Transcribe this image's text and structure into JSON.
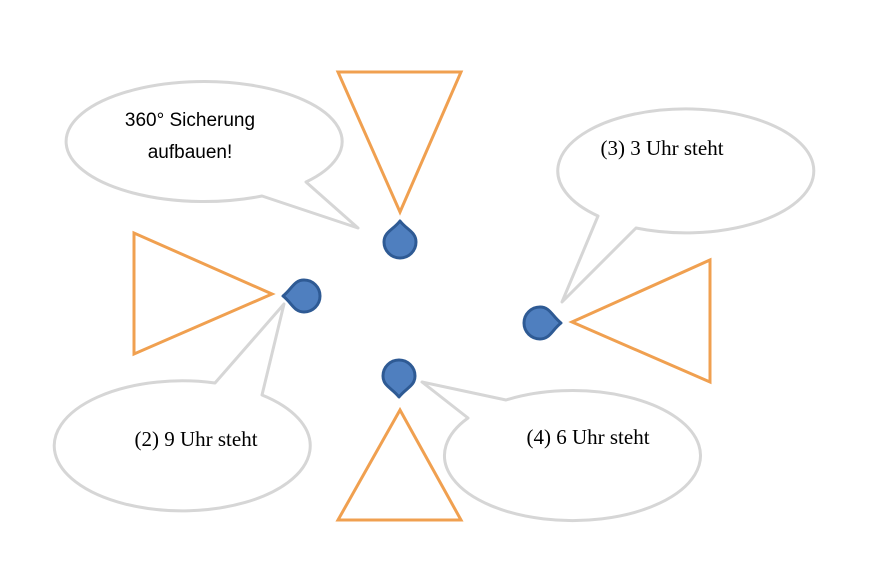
{
  "callouts": {
    "top_left": {
      "line1": "360° Sicherung",
      "line2": "aufbauen!"
    },
    "right": "(3) 3 Uhr steht",
    "bottom_left": "(2) 9 Uhr steht",
    "bottom_right": "(4) 6 Uhr steht"
  },
  "colors": {
    "cone_stroke": "#f0a050",
    "marker_fill": "#4f7fbf",
    "marker_stroke": "#2e5a94",
    "bubble_stroke": "#d6d6d6"
  }
}
